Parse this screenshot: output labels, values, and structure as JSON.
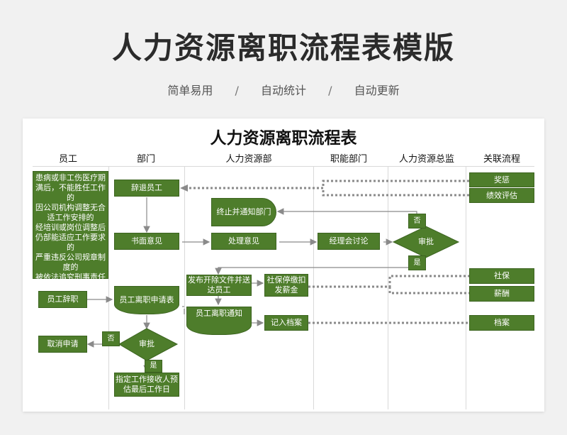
{
  "header": {
    "title": "人力资源离职流程表模版",
    "taglines": [
      "简单易用",
      "自动统计",
      "自动更新"
    ],
    "separator": "/"
  },
  "flowchart": {
    "title": "人力资源离职流程表",
    "columns": [
      "员工",
      "部门",
      "人力资源部",
      "职能部门",
      "人力资源总监",
      "关联流程"
    ],
    "nodes": {
      "employee_reason": "患病或非工伤医疗期满后，不能胜任工作的\n因公司机构调整无合适工作安排的\n经培训或岗位调整后仍部能适应工作要求的\n严重违反公司规章制度的\n被依法追究刑事责任",
      "dismiss": "辞退员工",
      "written_opinion": "书面意见",
      "terminate_notice": "终止并通知部门",
      "process_opinion": "处理意见",
      "manager_discuss": "经理会讨论",
      "director_approve": "审批",
      "director_no": "否",
      "director_yes": "是",
      "issue_doc": "发布开除文件并送达员工",
      "stop_insurance": "社保停缴扣发薪金",
      "resign_form": "员工离职申请表",
      "employee_resign": "员工辞职",
      "resign_notice": "员工离职通知",
      "record_archive": "记入档案",
      "cancel_apply": "取消申请",
      "dept_approve": "审批",
      "dept_no": "否",
      "dept_yes": "是",
      "handover": "指定工作接收人预估最后工作日",
      "reward_punish": "奖惩",
      "perf_eval": "绩效评估",
      "social_security": "社保",
      "salary": "薪酬",
      "archive": "档案"
    }
  },
  "colors": {
    "node_green": "#4e7d2b",
    "arrow_gray": "#8a8a8a",
    "grid": "#d9d9d9"
  }
}
